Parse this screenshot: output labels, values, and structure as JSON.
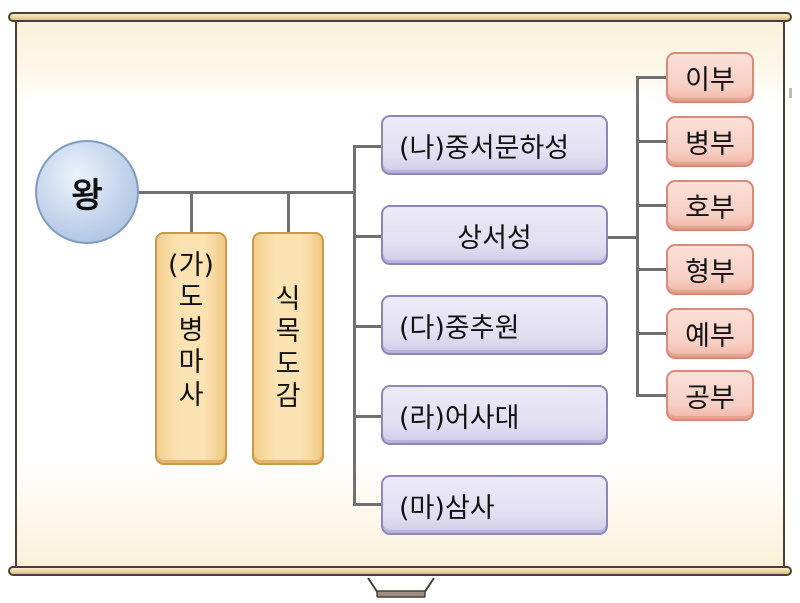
{
  "diagram": {
    "type": "organization-chart",
    "root": {
      "label": "왕"
    },
    "advisory_councils": [
      {
        "label": "(가) 도병마사",
        "lines": [
          "(가)",
          "도",
          "병",
          "마",
          "사"
        ]
      },
      {
        "label": "식목도감",
        "lines": [
          "식",
          "목",
          "도",
          "감"
        ]
      }
    ],
    "central_offices": [
      {
        "label": "(나)중서문하성",
        "marker": "(나)",
        "name": "중서문하성"
      },
      {
        "label": "상서성",
        "marker": "",
        "name": "상서성"
      },
      {
        "label": "(다)중추원",
        "marker": "(다)",
        "name": "중추원"
      },
      {
        "label": "(라)어사대",
        "marker": "(라)",
        "name": "어사대"
      },
      {
        "label": "(마)삼사",
        "marker": "(마)",
        "name": "삼사"
      }
    ],
    "six_ministries_parent": "상서성",
    "six_ministries": [
      {
        "label": "이부"
      },
      {
        "label": "병부"
      },
      {
        "label": "호부"
      },
      {
        "label": "형부"
      },
      {
        "label": "예부"
      },
      {
        "label": "공부"
      }
    ],
    "colors": {
      "root_fill": "#c9d8ee",
      "root_border": "#7f9cc0",
      "council_fill": "#fbe2b2",
      "council_border": "#c99a4a",
      "office_fill": "#e0def1",
      "office_border": "#8e86b8",
      "ministry_fill": "#f7cfc4",
      "ministry_border": "#d98a78",
      "connector": "#707070",
      "scroll_rod": "#e9d39a",
      "scroll_panel": "#fdf8ec"
    }
  }
}
